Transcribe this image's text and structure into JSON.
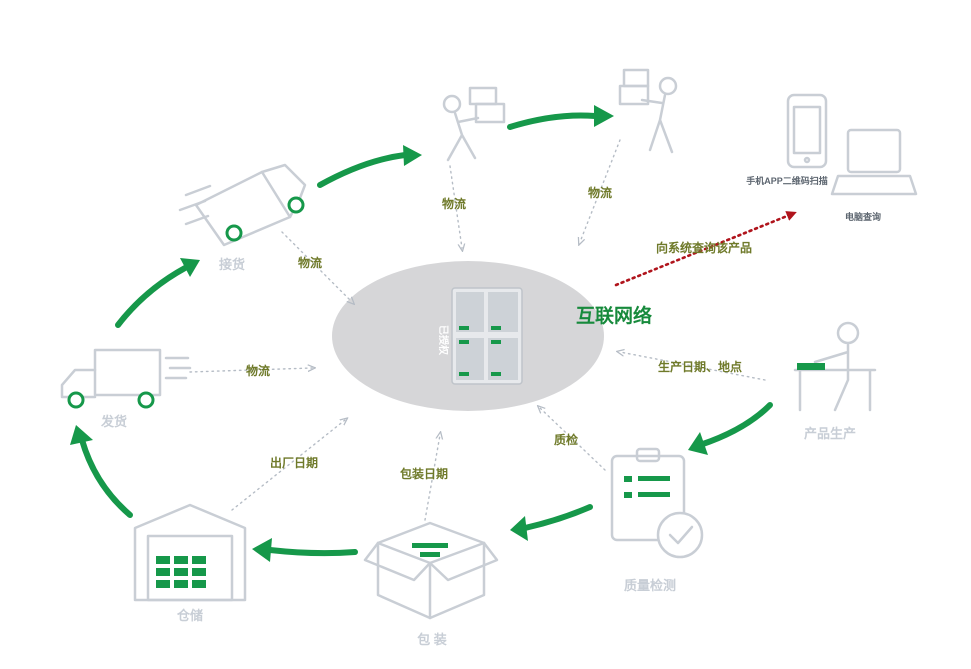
{
  "hub": {
    "title": "互联网络",
    "server_text": "已授权",
    "query_label": "向系统查询该产品"
  },
  "nodes": {
    "production": "产品生产",
    "quality": "质量检测",
    "packaging": "包 装",
    "warehouse": "仓储",
    "shipping": "发货",
    "receiving": "接货",
    "phone_scan": "手机APP二维码扫描",
    "pc_query": "电脑查询"
  },
  "flows": {
    "logistics_1": "物流",
    "logistics_2": "物流",
    "logistics_3": "物流",
    "logistics_4": "物流",
    "production_info": "生产日期、地点",
    "qc": "质检",
    "pack_date": "包装日期",
    "factory_date": "出厂日期"
  },
  "colors": {
    "accent": "#16984a",
    "icon": "#c9ced5",
    "hub_fill": "#d6d6d8",
    "query_arrow": "#b0141c",
    "flow_text": "#6f7a2a"
  }
}
